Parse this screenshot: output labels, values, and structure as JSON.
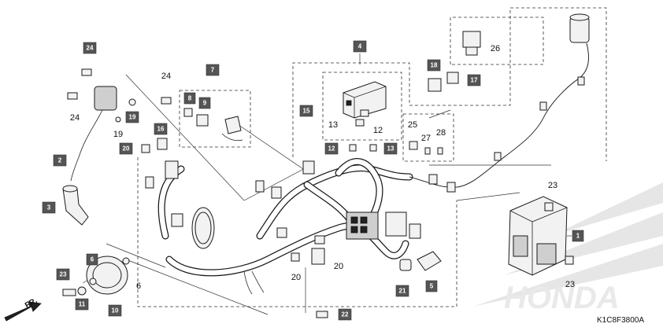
{
  "diagram_code": "K1C8F3800A",
  "direction_label": "FR.",
  "watermark_text": "HONDA",
  "callouts": [
    {
      "id": "c24a",
      "text": "24",
      "boxed": true
    },
    {
      "id": "c24b",
      "text": "24",
      "boxed": false
    },
    {
      "id": "c24c",
      "text": "24",
      "boxed": false
    },
    {
      "id": "c19a",
      "text": "19",
      "boxed": true
    },
    {
      "id": "c19b",
      "text": "19",
      "boxed": false
    },
    {
      "id": "c2",
      "text": "2",
      "boxed": true
    },
    {
      "id": "c3",
      "text": "3",
      "boxed": true
    },
    {
      "id": "c7",
      "text": "7",
      "boxed": true
    },
    {
      "id": "c8",
      "text": "8",
      "boxed": true
    },
    {
      "id": "c9",
      "text": "9",
      "boxed": true
    },
    {
      "id": "c16",
      "text": "16",
      "boxed": true
    },
    {
      "id": "c20a",
      "text": "20",
      "boxed": true
    },
    {
      "id": "c20b",
      "text": "20",
      "boxed": false
    },
    {
      "id": "c20c",
      "text": "20",
      "boxed": false
    },
    {
      "id": "c4",
      "text": "4",
      "boxed": true
    },
    {
      "id": "c15",
      "text": "15",
      "boxed": true
    },
    {
      "id": "c13a",
      "text": "13",
      "boxed": false
    },
    {
      "id": "c13b",
      "text": "13",
      "boxed": true
    },
    {
      "id": "c12a",
      "text": "12",
      "boxed": false
    },
    {
      "id": "c12b",
      "text": "12",
      "boxed": true
    },
    {
      "id": "c18",
      "text": "18",
      "boxed": true
    },
    {
      "id": "c17",
      "text": "17",
      "boxed": true
    },
    {
      "id": "c26",
      "text": "26",
      "boxed": false
    },
    {
      "id": "c25",
      "text": "25",
      "boxed": false
    },
    {
      "id": "c27",
      "text": "27",
      "boxed": false
    },
    {
      "id": "c28",
      "text": "28",
      "boxed": false
    },
    {
      "id": "c23a",
      "text": "23",
      "boxed": false
    },
    {
      "id": "c23b",
      "text": "23",
      "boxed": false
    },
    {
      "id": "c23c",
      "text": "23",
      "boxed": true
    },
    {
      "id": "c1",
      "text": "1",
      "boxed": true
    },
    {
      "id": "c5",
      "text": "5",
      "boxed": true
    },
    {
      "id": "c6a",
      "text": "6",
      "boxed": true
    },
    {
      "id": "c6b",
      "text": "6",
      "boxed": false
    },
    {
      "id": "c10",
      "text": "10",
      "boxed": true
    },
    {
      "id": "c11",
      "text": "11",
      "boxed": true
    },
    {
      "id": "c21",
      "text": "21",
      "boxed": true
    },
    {
      "id": "c22",
      "text": "22",
      "boxed": true
    }
  ]
}
